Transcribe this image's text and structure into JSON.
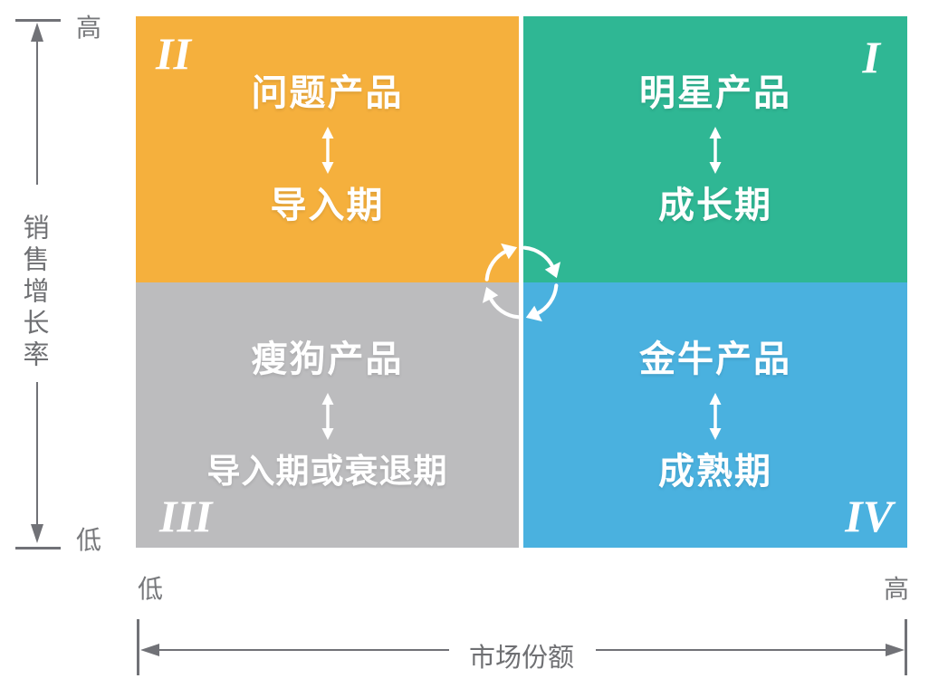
{
  "diagram": {
    "type": "bcg-growth-share-matrix",
    "y_axis": {
      "title": "销售增长率",
      "high_label": "高",
      "low_label": "低"
    },
    "x_axis": {
      "title": "市场份额",
      "low_label": "低",
      "high_label": "高"
    },
    "quadrants": [
      {
        "position": "top-left",
        "numeral": "II",
        "product": "问题产品",
        "stage": "导入期",
        "color": "#F5B03D"
      },
      {
        "position": "top-right",
        "numeral": "I",
        "product": "明星产品",
        "stage": "成长期",
        "color": "#2FB794"
      },
      {
        "position": "bottom-left",
        "numeral": "III",
        "product": "瘦狗产品",
        "stage": "导入期或衰退期",
        "color": "#BCBCBE"
      },
      {
        "position": "bottom-right",
        "numeral": "IV",
        "product": "金牛产品",
        "stage": "成熟期",
        "color": "#4AB1DF"
      }
    ],
    "icons": {
      "center": "cycle-arrows-icon",
      "between_labels": "up-down-arrow-icon"
    },
    "colors": {
      "axis": "#717277",
      "axis_text": "#6F7073",
      "divider": "#FFFFFF",
      "quadrant_text": "#FFFFFF"
    }
  }
}
